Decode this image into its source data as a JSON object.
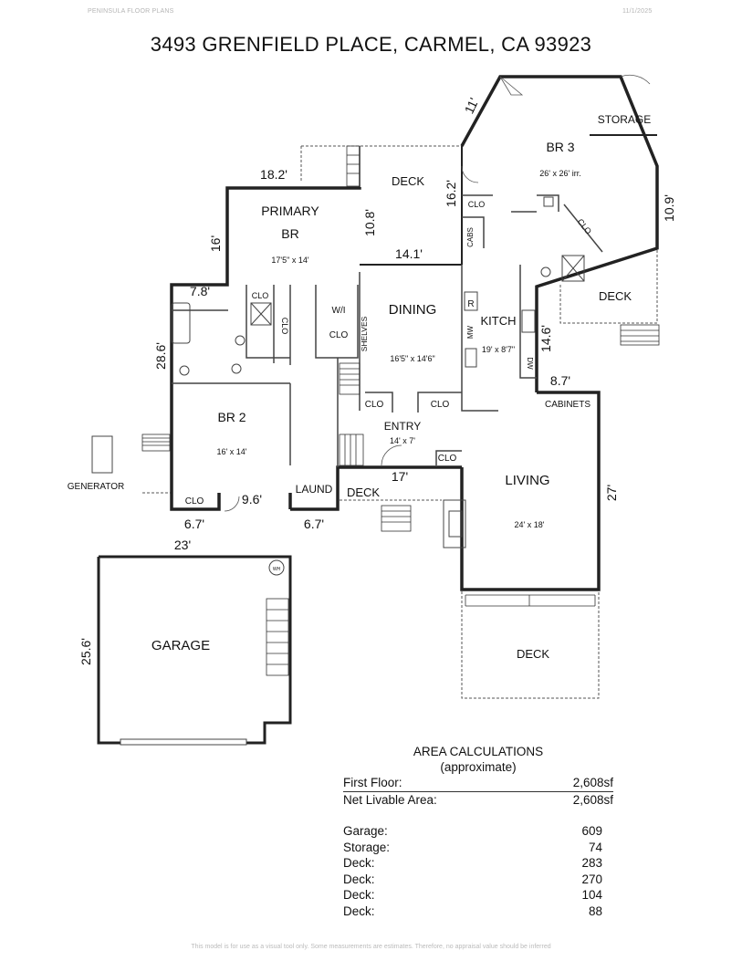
{
  "header": {
    "brand": "PENINSULA FLOOR PLANS",
    "date": "11/1/2025",
    "title": "3493 GRENFIELD PLACE, CARMEL, CA  93923"
  },
  "rooms": {
    "primary_br": {
      "name_line1": "PRIMARY",
      "name_line2": "BR",
      "size": "17'5\" x 14'"
    },
    "br2": {
      "name": "BR 2",
      "size": "16' x 14'"
    },
    "br3": {
      "name": "BR 3",
      "size": "26' x 26' irr."
    },
    "dining": {
      "name": "DINING",
      "size": "16'5\" x 14'6\""
    },
    "kitchen": {
      "name": "KITCH",
      "size": "19' x 8'7\""
    },
    "living": {
      "name": "LIVING",
      "size": "24' x 18'"
    },
    "entry": {
      "name": "ENTRY",
      "size": "14' x 7'"
    },
    "garage": {
      "name": "GARAGE"
    },
    "storage": {
      "name": "STORAGE"
    },
    "laund": {
      "name": "LAUND"
    },
    "wi_clo_line1": "W/I",
    "wi_clo_line2": "CLO",
    "cabinets": "CABINETS",
    "shelves": "SHELVES",
    "cabs": "CABS",
    "generator": "GENERATOR",
    "clo": "CLO",
    "r": "R",
    "mw": "MW",
    "dw": "DW",
    "wh": "WH"
  },
  "decks": {
    "top": "DECK",
    "right": "DECK",
    "bottom_left": "DECK",
    "bottom_right": "DECK"
  },
  "dimensions": {
    "d_18_2": "18.2'",
    "d_16": "16'",
    "d_10_8": "10.8'",
    "d_16_2": "16.2'",
    "d_14_1": "14.1'",
    "d_11": "11'",
    "d_10_9": "10.9'",
    "d_7_8": "7.8'",
    "d_28_6": "28.6'",
    "d_14_6": "14.6'",
    "d_8_7": "8.7'",
    "d_17": "17'",
    "d_27": "27'",
    "d_6_7_left": "6.7'",
    "d_9_6": "9.6'",
    "d_6_7_right": "6.7'",
    "d_23": "23'",
    "d_25_6": "25.6'"
  },
  "area_calc": {
    "title_line1": "AREA CALCULATIONS",
    "title_line2": "(approximate)",
    "first_floor_label": "First  Floor:",
    "first_floor_value": "2,608sf",
    "net_label": "Net Livable Area:",
    "net_value": "2,608sf",
    "items": [
      {
        "label": "Garage:",
        "value": "609"
      },
      {
        "label": "Storage:",
        "value": "74"
      },
      {
        "label": "Deck:",
        "value": "283"
      },
      {
        "label": "Deck:",
        "value": "270"
      },
      {
        "label": "Deck:",
        "value": "104"
      },
      {
        "label": "Deck:",
        "value": "88"
      }
    ]
  },
  "footer": "This model is for use as a visual tool only. Some measurements are estimates. Therefore, no appraisal value should be inferred"
}
